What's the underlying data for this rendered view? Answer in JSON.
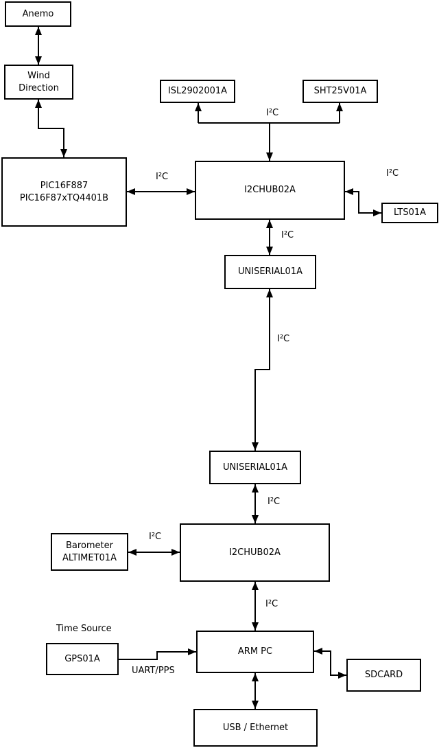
{
  "boxes": {
    "anemo": "Anemo",
    "wind_direction": "Wind\nDirection",
    "pic": "PIC16F887\nPIC16F87xTQ4401B",
    "isl": "ISL2902001A",
    "sht": "SHT25V01A",
    "i2chub_top": "I2CHUB02A",
    "lts": "LTS01A",
    "uniserial_top": "UNISERIAL01A",
    "uniserial_bottom": "UNISERIAL01A",
    "i2chub_bottom": "I2CHUB02A",
    "barometer": "Barometer\nALTIMET01A",
    "gps": "GPS01A",
    "arm_pc": "ARM PC",
    "sdcard": "SDCARD",
    "usb_ethernet": "USB / Ethernet"
  },
  "labels": {
    "i2c": "I²C",
    "time_source": "Time Source",
    "uart_pps": "UART/PPS"
  },
  "colors": {
    "line": "#000000",
    "box_fill": "#ffffff",
    "background": "#ffffff"
  },
  "connections": [
    {
      "from": "anemo",
      "to": "wind_direction",
      "style": "bidirectional"
    },
    {
      "from": "wind_direction",
      "to": "pic",
      "style": "bidirectional"
    },
    {
      "from": "pic",
      "to": "i2chub_top",
      "style": "bidirectional",
      "label": "I²C"
    },
    {
      "from": "i2chub_top",
      "to": "isl",
      "style": "arrow",
      "label": "I²C"
    },
    {
      "from": "i2chub_top",
      "to": "sht",
      "style": "arrow",
      "label": "I²C"
    },
    {
      "from": "i2chub_top",
      "to": "lts",
      "style": "bidirectional",
      "label": "I²C"
    },
    {
      "from": "i2chub_top",
      "to": "uniserial_top",
      "style": "bidirectional",
      "label": "I²C"
    },
    {
      "from": "uniserial_top",
      "to": "uniserial_bottom",
      "style": "bidirectional",
      "label": "I²C"
    },
    {
      "from": "uniserial_bottom",
      "to": "i2chub_bottom",
      "style": "bidirectional",
      "label": "I²C"
    },
    {
      "from": "barometer",
      "to": "i2chub_bottom",
      "style": "bidirectional",
      "label": "I²C"
    },
    {
      "from": "i2chub_bottom",
      "to": "arm_pc",
      "style": "bidirectional",
      "label": "I²C"
    },
    {
      "from": "gps",
      "to": "arm_pc",
      "style": "arrow",
      "label": "UART/PPS",
      "note": "Time Source"
    },
    {
      "from": "arm_pc",
      "to": "sdcard",
      "style": "bidirectional"
    },
    {
      "from": "arm_pc",
      "to": "usb_ethernet",
      "style": "bidirectional"
    }
  ]
}
